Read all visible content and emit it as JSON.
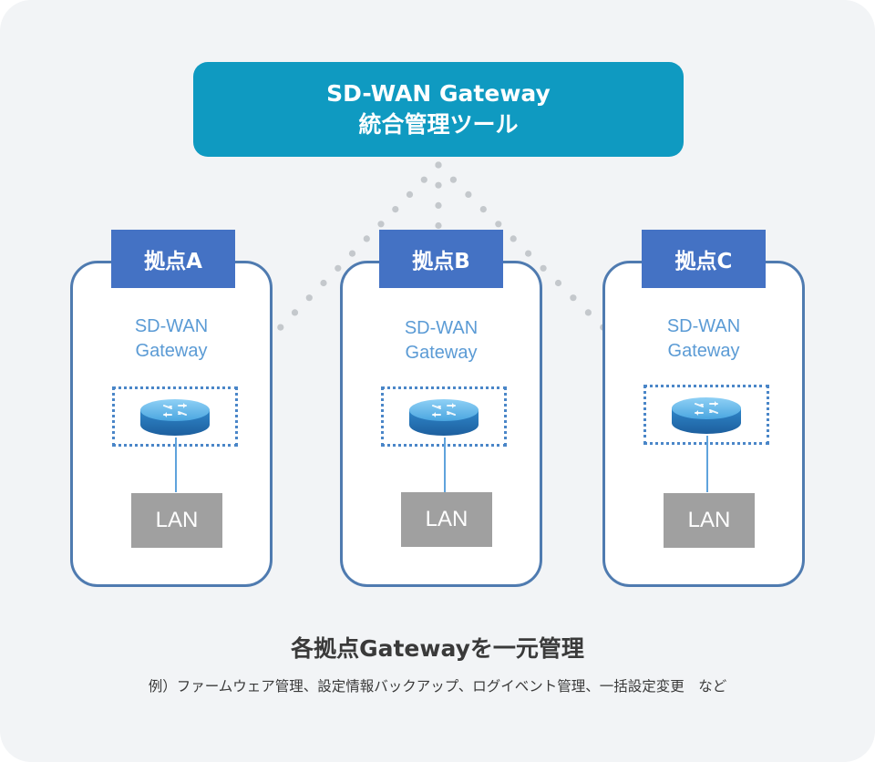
{
  "header": {
    "line1": "SD-WAN Gateway",
    "line2": "統合管理ツール"
  },
  "sites": [
    {
      "label": "拠点A",
      "gateway_line1": "SD-WAN",
      "gateway_line2": "Gateway",
      "lan": "LAN"
    },
    {
      "label": "拠点B",
      "gateway_line1": "SD-WAN",
      "gateway_line2": "Gateway",
      "lan": "LAN"
    },
    {
      "label": "拠点C",
      "gateway_line1": "SD-WAN",
      "gateway_line2": "Gateway",
      "lan": "LAN"
    }
  ],
  "caption": "各拠点Gatewayを一元管理",
  "note": "例）ファームウェア管理、設定情報バックアップ、ログイベント管理、一括設定変更　など",
  "colors": {
    "header_bg": "#0f9ac1",
    "site_label_bg": "#4472c4",
    "site_border": "#4f7bb0",
    "gateway_text": "#5b9bd5",
    "lan_bg": "#a0a0a0",
    "dots": "#c4c8cc",
    "background": "#f2f4f6"
  }
}
